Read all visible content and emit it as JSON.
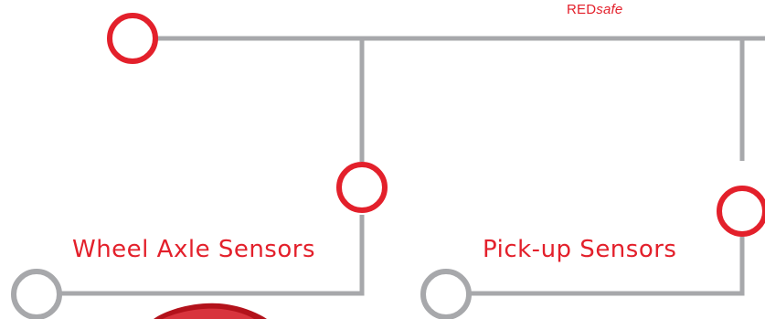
{
  "brand": {
    "prefix": "RED",
    "suffix": "safe"
  },
  "nodes": [
    {
      "id": "root",
      "label": ""
    },
    {
      "id": "wheel-axle-sensors",
      "label": "Wheel Axle Sensors"
    },
    {
      "id": "pick-up-sensors",
      "label": "Pick-up Sensors"
    }
  ],
  "colors": {
    "accent": "#e3202b",
    "line": "#a7a8ab",
    "product": "#b3121b"
  }
}
